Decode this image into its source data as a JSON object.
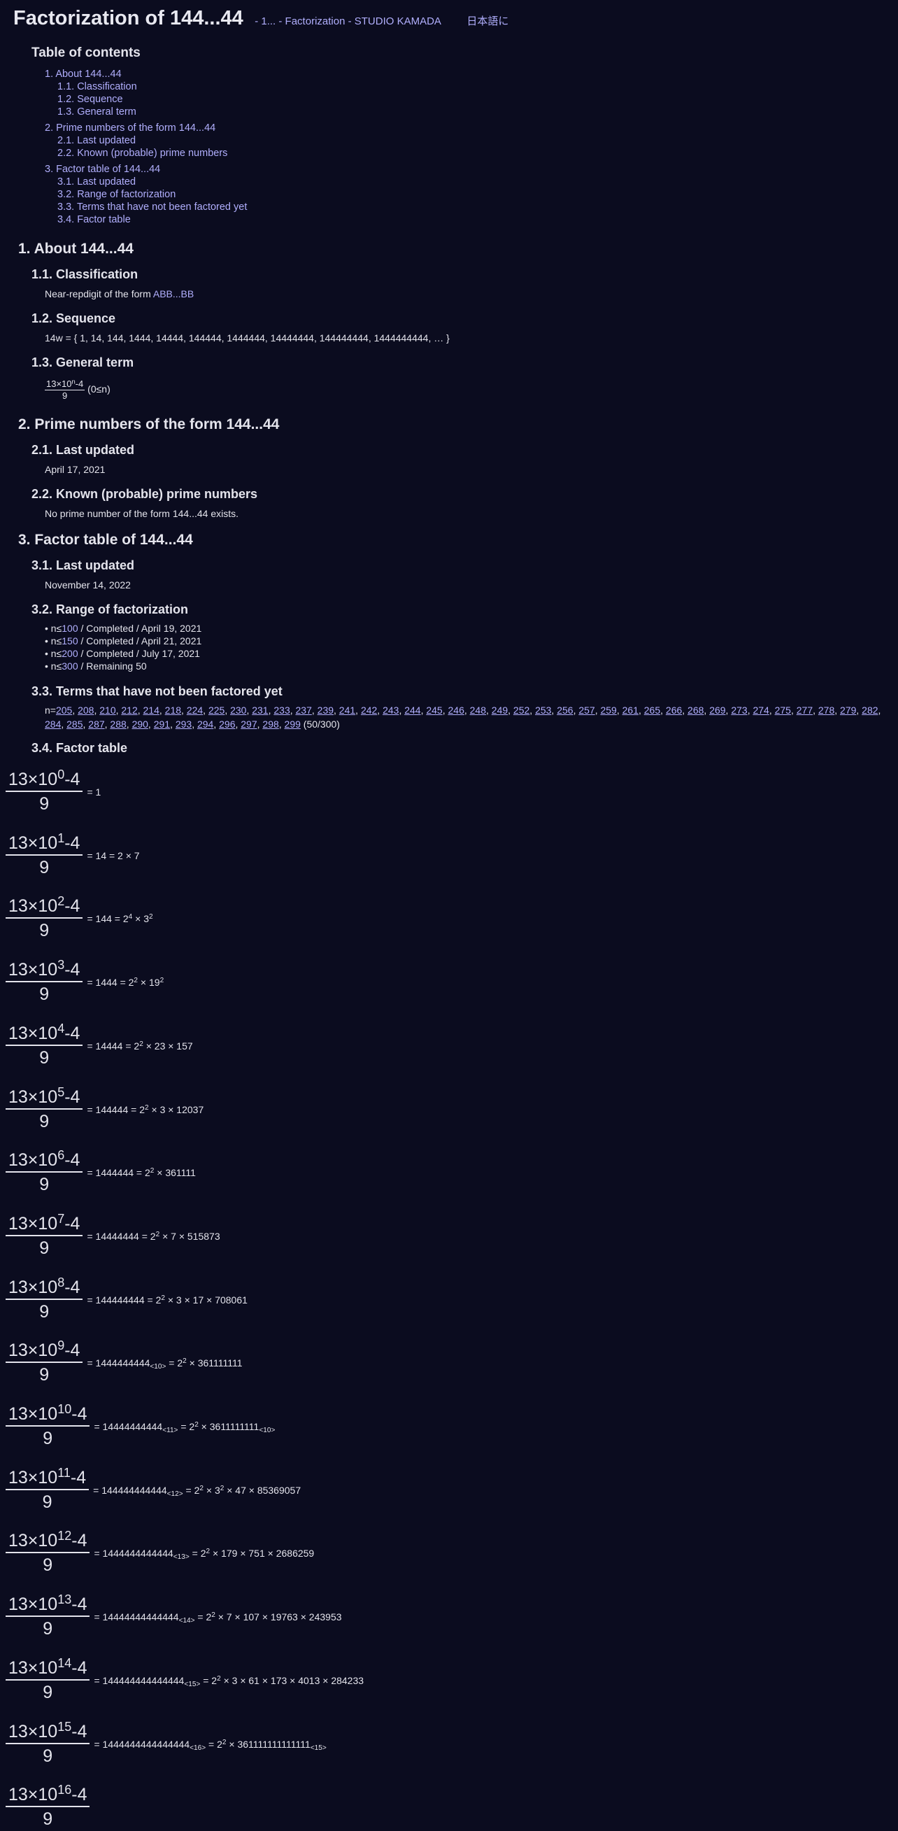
{
  "header": {
    "title": "Factorization of 144...44",
    "site_link": "- 1... - Factorization - STUDIO KAMADA",
    "lang_link": "日本語に"
  },
  "toc": {
    "title": "Table of contents",
    "sections": [
      {
        "label": "1. About 144...44",
        "items": [
          "1.1. Classification",
          "1.2. Sequence",
          "1.3. General term"
        ]
      },
      {
        "label": "2. Prime numbers of the form 144...44",
        "items": [
          "2.1. Last updated",
          "2.2. Known (probable) prime numbers"
        ]
      },
      {
        "label": "3. Factor table of 144...44",
        "items": [
          "3.1. Last updated",
          "3.2. Range of factorization",
          "3.3. Terms that have not been factored yet",
          "3.4. Factor table"
        ]
      }
    ]
  },
  "s1": {
    "heading": "1. About 144...44",
    "classification": {
      "heading": "1.1. Classification",
      "text": "Near-repdigit of the form ",
      "link": "ABB...BB"
    },
    "sequence": {
      "heading": "1.2. Sequence",
      "text": "14w = { 1, 14, 144, 1444, 14444, 144444, 1444444, 14444444, 144444444, 1444444444, … }"
    },
    "general": {
      "heading": "1.3. General term",
      "num_base": "13×10",
      "num_exp": "n",
      "num_tail": "-4",
      "den": "9",
      "cond": "(0≤n)"
    }
  },
  "s2": {
    "heading": "2. Prime numbers of the form 144...44",
    "last_updated": {
      "heading": "2.1. Last updated",
      "text": "April 17, 2021"
    },
    "known": {
      "heading": "2.2. Known (probable) prime numbers",
      "text": "No prime number of the form 144...44 exists."
    }
  },
  "s3": {
    "heading": "3. Factor table of 144...44",
    "last_updated": {
      "heading": "3.1. Last updated",
      "text": "November 14, 2022"
    },
    "range": {
      "heading": "3.2. Range of factorization",
      "items": [
        {
          "bullet": "• n≤",
          "n": "100",
          "status": " / Completed / April 19, 2021"
        },
        {
          "bullet": "• n≤",
          "n": "150",
          "status": " / Completed / April 21, 2021"
        },
        {
          "bullet": "• n≤",
          "n": "200",
          "status": " / Completed / July 17, 2021"
        },
        {
          "bullet": "• n≤",
          "n": "300",
          "status": " / Remaining 50"
        }
      ]
    },
    "pending": {
      "heading": "3.3. Terms that have not been factored yet",
      "prefix": "n=",
      "terms": [
        "205",
        "208",
        "210",
        "212",
        "214",
        "218",
        "224",
        "225",
        "230",
        "231",
        "233",
        "237",
        "239",
        "241",
        "242",
        "243",
        "244",
        "245",
        "246",
        "248",
        "249",
        "252",
        "253",
        "256",
        "257",
        "259",
        "261",
        "265",
        "266",
        "268",
        "269",
        "273",
        "274",
        "275",
        "277",
        "278",
        "279",
        "282",
        "284",
        "285",
        "287",
        "288",
        "290",
        "291",
        "293",
        "294",
        "296",
        "297",
        "298",
        "299"
      ],
      "suffix": " (50/300)"
    },
    "table": {
      "heading": "3.4. Factor table",
      "rows": [
        {
          "n": "0",
          "html": "= 1"
        },
        {
          "n": "1",
          "html": "= 14 = 2 × 7"
        },
        {
          "n": "2",
          "html": "= 144 = 2<sup>4</sup> × 3<sup>2</sup>"
        },
        {
          "n": "3",
          "html": "= 1444 = 2<sup>2</sup> × 19<sup>2</sup>"
        },
        {
          "n": "4",
          "html": "= 14444 = 2<sup>2</sup> × 23 × 157"
        },
        {
          "n": "5",
          "html": "= 144444 = 2<sup>2</sup> × 3 × 12037"
        },
        {
          "n": "6",
          "html": "= 1444444 = 2<sup>2</sup> × 361111"
        },
        {
          "n": "7",
          "html": "= 14444444 = 2<sup>2</sup> × 7 × 515873"
        },
        {
          "n": "8",
          "html": "= 144444444 = 2<sup>2</sup> × 3 × 17 × 708061"
        },
        {
          "n": "9",
          "html": "= 1444444444<sub>&lt;10&gt;</sub> = 2<sup>2</sup> × 361111111"
        },
        {
          "n": "10",
          "html": "= 14444444444<sub>&lt;11&gt;</sub> = 2<sup>2</sup> × 3611111111<sub>&lt;10&gt;</sub>"
        },
        {
          "n": "11",
          "html": "= 144444444444<sub>&lt;12&gt;</sub> = 2<sup>2</sup> × 3<sup>2</sup> × 47 × 85369057"
        },
        {
          "n": "12",
          "html": "= 1444444444444<sub>&lt;13&gt;</sub> = 2<sup>2</sup> × 179 × 751 × 2686259"
        },
        {
          "n": "13",
          "html": "= 14444444444444<sub>&lt;14&gt;</sub> = 2<sup>2</sup> × 7 × 107 × 19763 × 243953"
        },
        {
          "n": "14",
          "html": "= 144444444444444<sub>&lt;15&gt;</sub> = 2<sup>2</sup> × 3 × 61 × 173 × 4013 × 284233"
        },
        {
          "n": "15",
          "html": "= 1444444444444444<sub>&lt;16&gt;</sub> = 2<sup>2</sup> × 361111111111111<sub>&lt;15&gt;</sub>"
        },
        {
          "n": "16",
          "html": ""
        }
      ],
      "num_base": "13×10",
      "num_tail": "-4",
      "den": "9"
    }
  }
}
